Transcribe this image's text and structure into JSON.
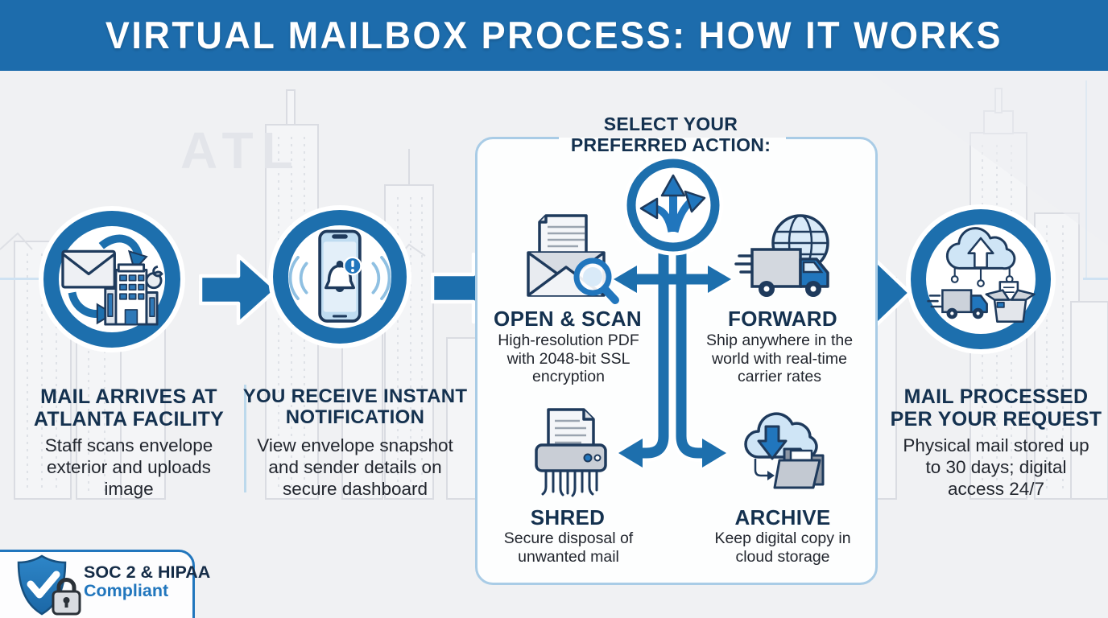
{
  "header": {
    "title": "VIRTUAL MAILBOX PROCESS: HOW IT WORKS"
  },
  "background": {
    "watermark": "ATL"
  },
  "colors": {
    "header_bg": "#1d6cac",
    "arrow_blue": "#1d6fad",
    "accent_blue": "#2176bd",
    "title_navy": "#14314f",
    "body_text": "#22262e",
    "page_bg": "#f0f1f3",
    "box_border": "#a9cce6",
    "light_blue_fill": "#d6e9f7"
  },
  "steps": [
    {
      "icon": "mail-arrival-icon",
      "title": "MAIL ARRIVES AT ATLANTA FACILITY",
      "description": "Staff scans envelope exterior and uploads image"
    },
    {
      "icon": "phone-notification-icon",
      "title": "YOU RECEIVE INSTANT NOTIFICATION",
      "description": "View envelope snapshot and sender details on secure dashboard"
    },
    {
      "icon": "cloud-dispatch-icon",
      "title": "MAIL PROCESSED PER YOUR REQUEST",
      "description": "Physical mail stored up to 30 days; digital access 24/7"
    }
  ],
  "action_box": {
    "title": "SELECT YOUR PREFERRED ACTION:",
    "hub_icon": "branching-arrows-icon",
    "actions": [
      {
        "icon": "open-scan-icon",
        "name": "OPEN & SCAN",
        "description": "High-resolution PDF with 2048-bit SSL encryption"
      },
      {
        "icon": "forward-shipping-icon",
        "name": "FORWARD",
        "description": "Ship anywhere in the world with real-time carrier rates"
      },
      {
        "icon": "shredder-icon",
        "name": "SHRED",
        "description": "Secure disposal of unwanted mail"
      },
      {
        "icon": "cloud-archive-icon",
        "name": "ARCHIVE",
        "description": "Keep digital copy in cloud storage"
      }
    ]
  },
  "compliance_badge": {
    "icon": "shield-check-icon",
    "line1": "SOC 2 & HIPAA",
    "line2": "Compliant"
  }
}
